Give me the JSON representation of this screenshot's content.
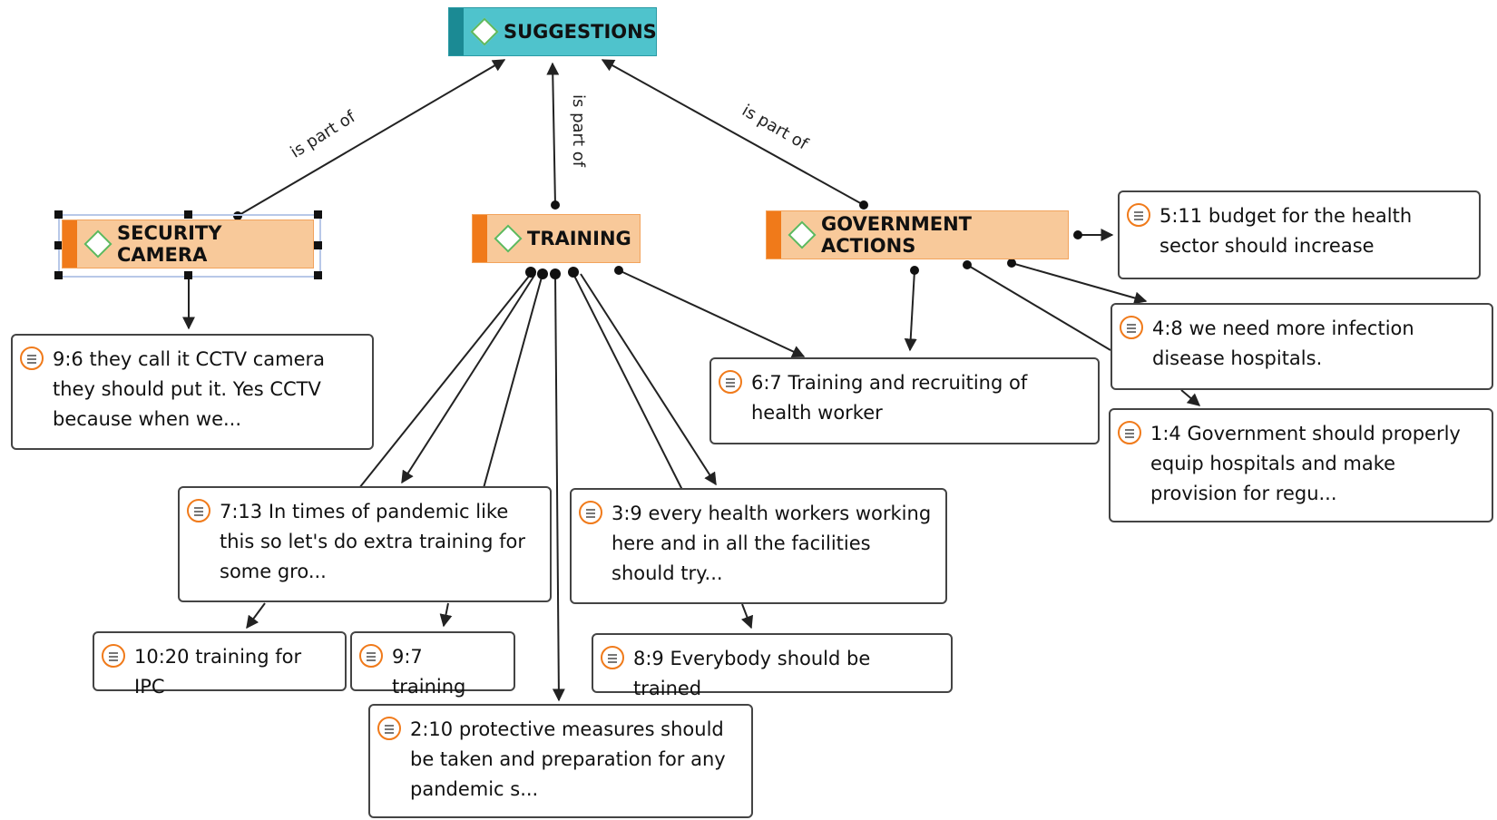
{
  "codes": {
    "suggestions": "SUGGESTIONS",
    "security_camera": "SECURITY CAMERA",
    "training": "TRAINING",
    "government_actions": "GOVERNMENT ACTIONS"
  },
  "relations": {
    "left": "is part of",
    "middle": "is part of",
    "right": "is part of"
  },
  "quotations": {
    "q_9_6": "9:6 they call it CCTV camera they should put it. Yes CCTV because when we...",
    "q_7_13": "7:13 In times of pandemic like this so let's do extra training for some gro...",
    "q_10_20": "10:20 training for IPC",
    "q_9_7": "9:7 training",
    "q_2_10": "2:10 protective measures should be taken and preparation for any pandemic s...",
    "q_3_9": "3:9 every health workers working here and in all the facilities should try...",
    "q_8_9": "8:9 Everybody should be trained",
    "q_6_7": "6:7 Training and recruiting of health worker",
    "q_5_11": "5:11 budget for the health sector should increase",
    "q_4_8": "4:8 we need more infection disease hospitals.",
    "q_1_4": "1:4 Government should properly equip hospitals and make provision for regu..."
  },
  "colors": {
    "code_fill": "#f8c99a",
    "code_bar": "#f07a1a",
    "root_fill": "#4fc3cc",
    "root_bar": "#1b8a94",
    "edge": "#222222"
  }
}
